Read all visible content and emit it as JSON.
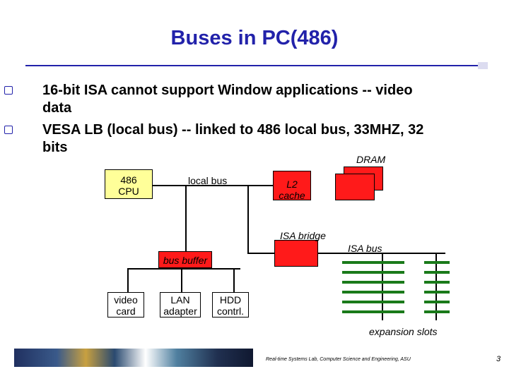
{
  "slide": {
    "title": "Buses in PC(486)",
    "bullets": [
      {
        "line1": "16-bit ISA cannot support Window applications -- video",
        "line2": "data"
      },
      {
        "line1": "VESA LB (local bus) -- linked to 486 local bus, 33MHZ, 32",
        "line2": "bits"
      }
    ],
    "diagram": {
      "cpu": {
        "line1": "486",
        "line2": "CPU"
      },
      "local_bus": "local bus",
      "l2_cache": {
        "line1": "L2",
        "line2": "cache"
      },
      "dram": "DRAM",
      "isa_bridge": "ISA bridge",
      "isa_bus": "ISA bus",
      "bus_buffer": "bus buffer",
      "video_card": {
        "line1": "video",
        "line2": "card"
      },
      "lan_adapter": {
        "line1": "LAN",
        "line2": "adapter"
      },
      "hdd_controller": {
        "line1": "HDD",
        "line2": "contrl."
      },
      "expansion_slots": "expansion slots"
    },
    "footer": "Real-time Systems Lab, Computer Science and Engineering, ASU",
    "page_number": "3",
    "colors": {
      "title": "#2222aa",
      "cpu_fill": "#ffff99",
      "red_fill": "#ff1a1a",
      "slots": "#1a7a1a"
    }
  }
}
